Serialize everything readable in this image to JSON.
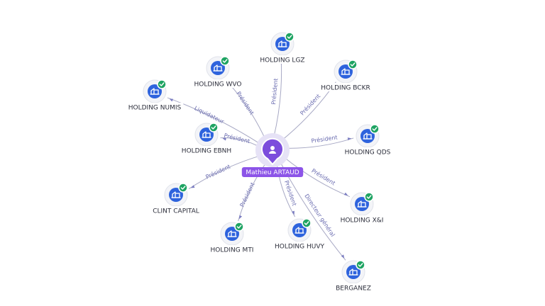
{
  "graph": {
    "center": {
      "name": "Mathieu ARTAUD",
      "icon": "person-icon"
    },
    "colors": {
      "person": "#7c4ddc",
      "company": "#2e63dd",
      "verified": "#1fa463",
      "edge": "#a7a8c4",
      "edge_label": "#6a6cb0"
    },
    "company_icon": "building-icon",
    "badge_icon": "check-icon",
    "nodes": [
      {
        "id": "lgz",
        "label": "HOLDING LGZ",
        "relation": "Président"
      },
      {
        "id": "bckr",
        "label": "HOLDING BCKR",
        "relation": "Président"
      },
      {
        "id": "wvo",
        "label": "HOLDING WVO",
        "relation": "Président"
      },
      {
        "id": "numis",
        "label": "HOLDING NUMIS",
        "relation": "Liquidateur"
      },
      {
        "id": "ebnh",
        "label": "HOLDING EBNH",
        "relation": "Président"
      },
      {
        "id": "qds",
        "label": "HOLDING QDS",
        "relation": "Président"
      },
      {
        "id": "xi",
        "label": "HOLDING X&I",
        "relation": "Président"
      },
      {
        "id": "clint",
        "label": "CLINT CAPITAL",
        "relation": "Président"
      },
      {
        "id": "mti",
        "label": "HOLDING MTI",
        "relation": "Président"
      },
      {
        "id": "huvy",
        "label": "HOLDING HUVY",
        "relation": "Président"
      },
      {
        "id": "berganez",
        "label": "BERGANEZ",
        "relation": "Directeur général"
      }
    ]
  }
}
